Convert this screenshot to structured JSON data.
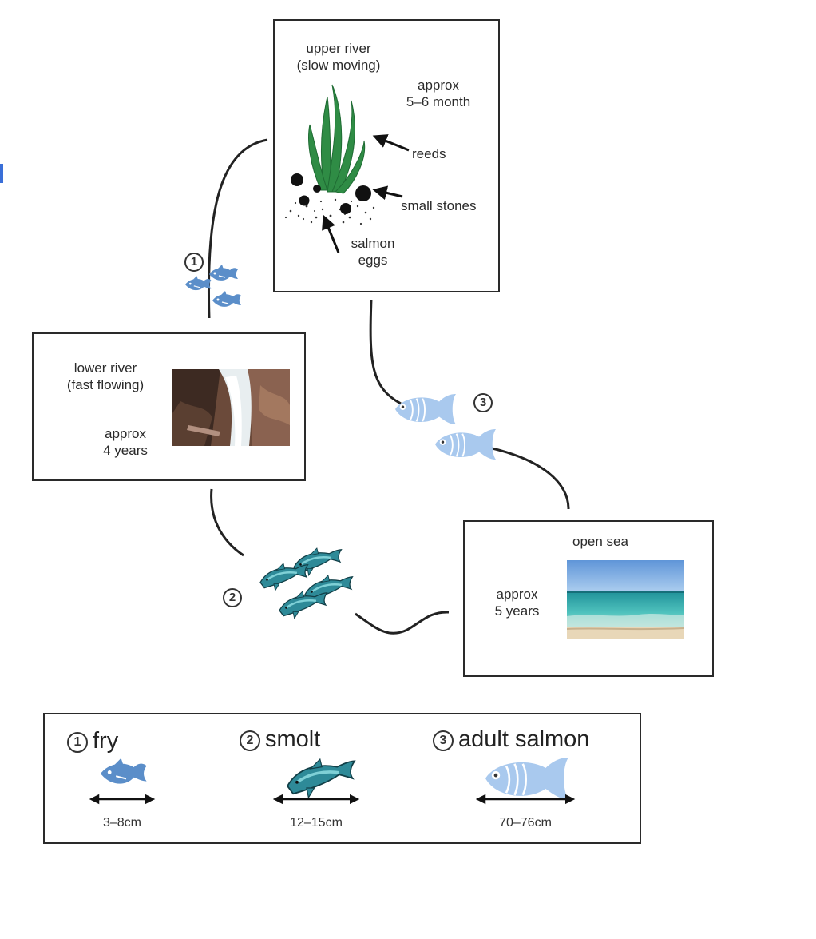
{
  "stages": {
    "upper_river": {
      "title": "upper river\n(slow moving)",
      "duration": "approx\n5–6 month",
      "labels": {
        "reeds": "reeds",
        "small_stones": "small stones",
        "salmon_eggs": "salmon\neggs"
      }
    },
    "lower_river": {
      "title": "lower river\n(fast flowing)",
      "duration": "approx\n4 years"
    },
    "open_sea": {
      "title": "open sea",
      "duration": "approx\n5 years"
    }
  },
  "path_markers": {
    "fry": "1",
    "smolt": "2",
    "adult": "3"
  },
  "legend": {
    "items": [
      {
        "number": "1",
        "name": "fry",
        "size": "3–8cm"
      },
      {
        "number": "2",
        "name": "smolt",
        "size": "12–15cm"
      },
      {
        "number": "3",
        "name": "adult salmon",
        "size": "70–76cm"
      }
    ]
  },
  "colors": {
    "fry": "#5b8ec9",
    "smolt": "#2e8a98",
    "adult": "#a9c9ee",
    "reeds": "#2f8c45",
    "border": "#2a2a2a"
  }
}
